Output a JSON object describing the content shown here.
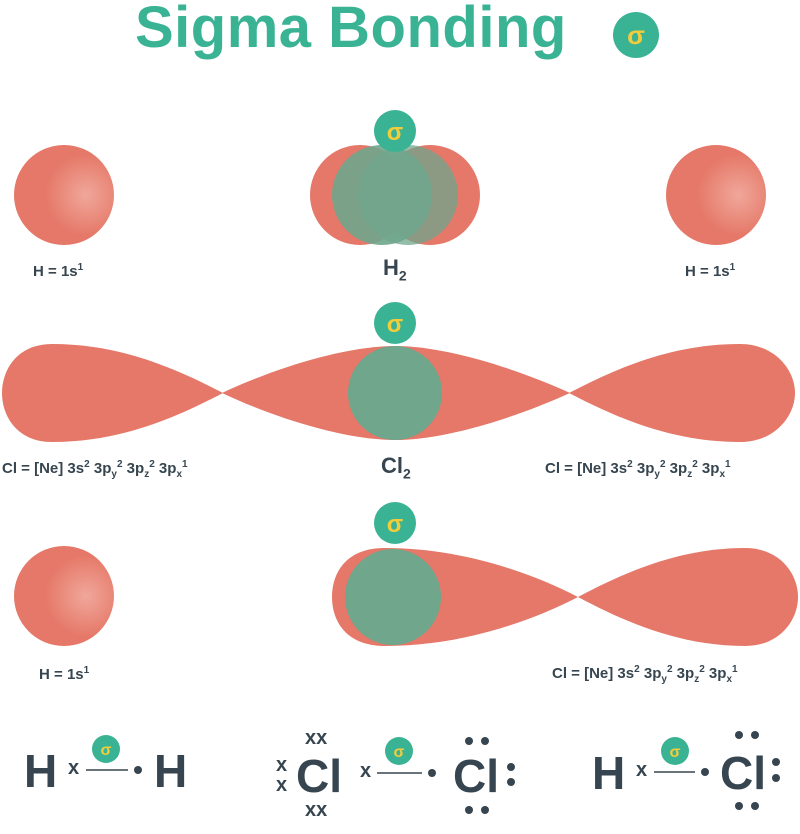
{
  "title": "Sigma Bonding",
  "sigma_symbol": "σ",
  "colors": {
    "orbital": "#e57868",
    "overlap": "#6fa68c",
    "accent": "#3ab394",
    "sigma_text": "#f2cc3b",
    "text": "#36454f"
  },
  "row1": {
    "left": {
      "element": "H",
      "equals": " = 1s",
      "sup": "1"
    },
    "center": {
      "formula": "H",
      "sub": "2"
    },
    "right": {
      "element": "H",
      "equals": " = 1s",
      "sup": "1"
    }
  },
  "row2": {
    "left_config": "Cl = [Ne] 3s",
    "center": {
      "formula": "Cl",
      "sub": "2"
    },
    "right_config": "Cl = [Ne] 3s"
  },
  "row3": {
    "left": {
      "element": "H",
      "equals": " = 1s",
      "sup": "1"
    },
    "right_config": "Cl = [Ne] 3s"
  },
  "config_parts": {
    "sup2": "2",
    "p3": " 3p",
    "y": "y",
    "z": "z",
    "x": "x",
    "one": "1"
  },
  "lewis": {
    "h2": {
      "left": "H",
      "right": "H",
      "cross": "x"
    },
    "cl2": {
      "left": "Cl",
      "right": "Cl",
      "cross": "xx",
      "cross_single": "x"
    },
    "hcl": {
      "left": "H",
      "right": "Cl",
      "cross": "x"
    }
  }
}
